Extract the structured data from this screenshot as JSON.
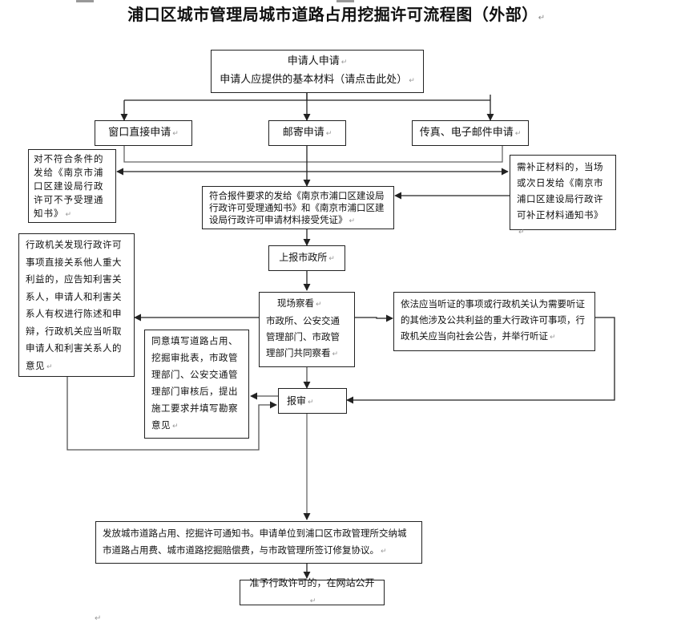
{
  "title": "浦口区城市管理局城市道路占用挖掘许可流程图（外部）",
  "return_mark": "↵",
  "nodes": {
    "apply": {
      "line1": "申请人申请",
      "line2": "申请人应提供的基本材料（请点击此处）"
    },
    "window": "窗口直接申请",
    "mail": "邮寄申请",
    "fax_email": "传真、电子邮件申请",
    "reject": "对不符合条件的发给《南京市浦口区建设局行政许可不予受理通知书》",
    "accept": "符合报件要求的发给《南京市浦口区建设局行政许可受理通知书》和《南京市浦口区建设局行政许可申请材料接受凭证》",
    "supplement": "需补正材料的，当场或次日发给《南京市浦口区建设局行政许可补正材料通知书》",
    "report_municipal": "上报市政所",
    "interested_party": "行政机关发现行政许可事项直接关系他人重大利益的，应告知利害关系人，申请人和利害关系人有权进行陈述和申辩，行政机关应当听取申请人和利害关系人的意见",
    "site_inspection": {
      "line1": "现场察看",
      "line2": "市政所、公安交通管理部门、市政管理部门共同察看"
    },
    "hearing": "依法应当听证的事项或行政机关认为需要听证的其他涉及公共利益的重大行政许可事项，行政机关应当向社会公告，并举行听证",
    "approval_form": "同意填写道路占用、挖掘审批表，市政管理部门、公安交通管理部门审核后，提出施工要求并填写勘察意见",
    "review": "报审",
    "issue_notice": "发放城市道路占用、挖掘许可通知书。申请单位到浦口区市政管理所交纳城市道路占用费、城市道路挖掘赔偿费，与市政管理所签订修复协议。",
    "publish": "准予行政许可的，在网站公开"
  },
  "colors": {
    "line": "#222222",
    "gray_line": "#808080",
    "border": "#222222"
  }
}
